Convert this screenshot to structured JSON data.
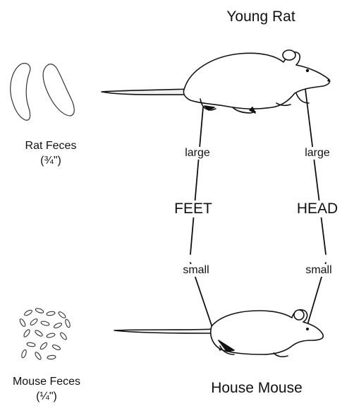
{
  "titles": {
    "top": "Young Rat",
    "bottom": "House Mouse"
  },
  "captions": {
    "rat_feces_name": "Rat Feces",
    "rat_feces_size": "(¾\")",
    "mouse_feces_name": "Mouse Feces",
    "mouse_feces_size": "(¼\")"
  },
  "feet_column": {
    "top_label": "large",
    "middle_label": "FEET",
    "bottom_label": "small"
  },
  "head_column": {
    "top_label": "large",
    "middle_label": "HEAD",
    "bottom_label": "small"
  },
  "icons": {
    "rat": "young-rat-drawing",
    "mouse": "house-mouse-drawing",
    "rat_feces": "rat-droppings-drawing",
    "mouse_feces": "mouse-droppings-drawing"
  }
}
